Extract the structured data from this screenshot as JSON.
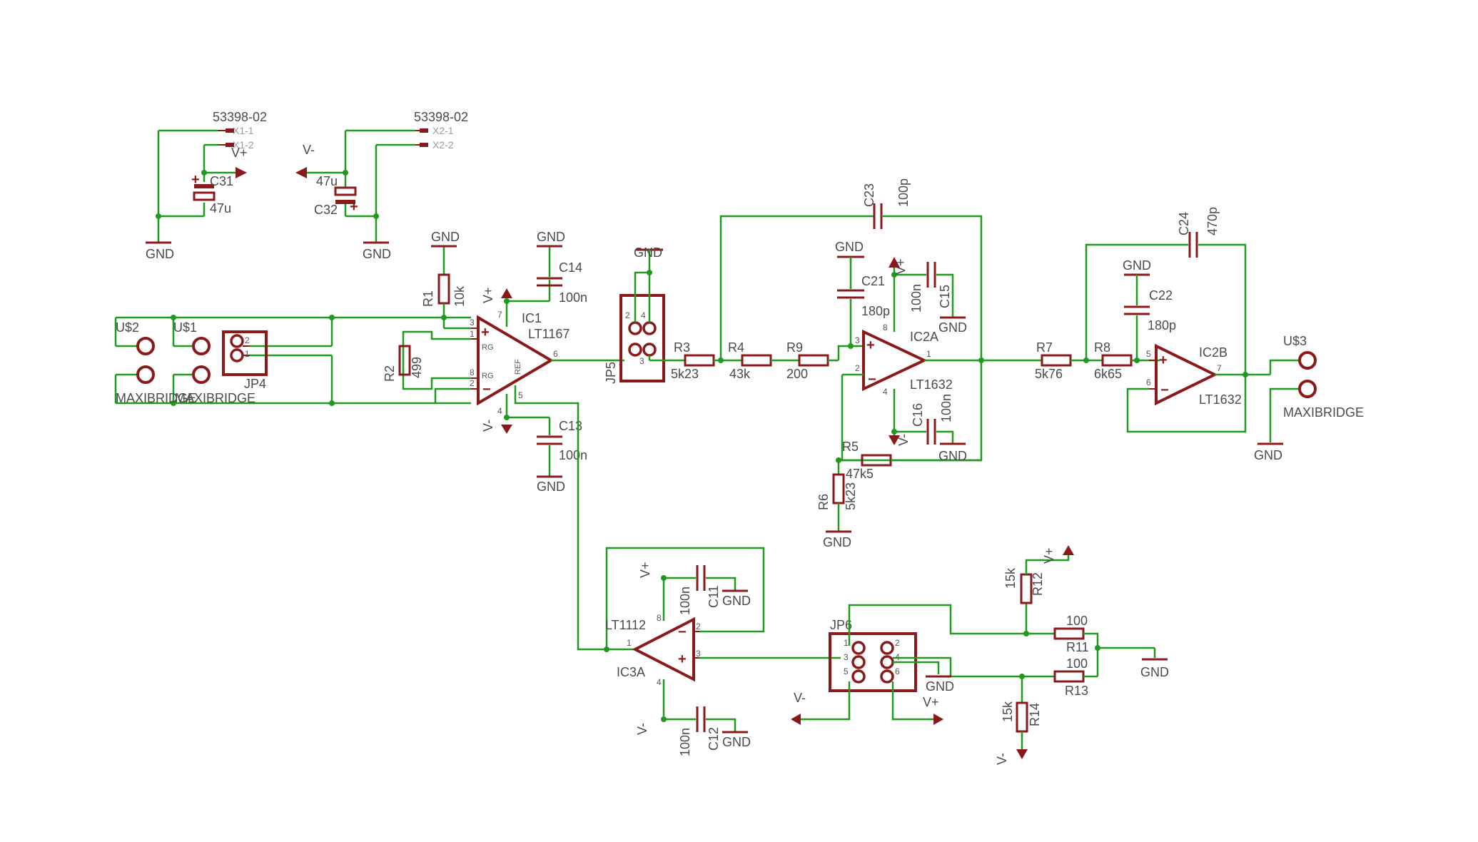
{
  "connectors": {
    "x1_name": "53398-02",
    "x1_pin1": "X1-1",
    "x1_pin2": "X1-2",
    "x2_name": "53398-02",
    "x2_pin1": "X2-1",
    "x2_pin2": "X2-2"
  },
  "power": {
    "vplus": "V+",
    "vminus": "V-",
    "gnd": "GND"
  },
  "capacitors": {
    "c31": {
      "name": "C31",
      "value": "47u"
    },
    "c32": {
      "name": "C32",
      "value": "47u"
    },
    "c14": {
      "name": "C14",
      "value": "100n"
    },
    "c13": {
      "name": "C13",
      "value": "100n"
    },
    "c23": {
      "name": "C23",
      "value": "100p"
    },
    "c21": {
      "name": "C21",
      "value": "180p"
    },
    "c15": {
      "name": "C15",
      "value": "100n"
    },
    "c16": {
      "name": "C16",
      "value": "100n"
    },
    "c24": {
      "name": "C24",
      "value": "470p"
    },
    "c22": {
      "name": "C22",
      "value": "180p"
    },
    "c11": {
      "name": "C11",
      "value": "100n"
    },
    "c12": {
      "name": "C12",
      "value": "100n"
    }
  },
  "resistors": {
    "r1": {
      "name": "R1",
      "value": "10k"
    },
    "r2": {
      "name": "R2",
      "value": "499"
    },
    "r3": {
      "name": "R3",
      "value": "5k23"
    },
    "r4": {
      "name": "R4",
      "value": "43k"
    },
    "r9": {
      "name": "R9",
      "value": "200"
    },
    "r5": {
      "name": "R5",
      "value": "47k5"
    },
    "r6": {
      "name": "R6",
      "value": "5k23"
    },
    "r7": {
      "name": "R7",
      "value": "5k76"
    },
    "r8": {
      "name": "R8",
      "value": "6k65"
    },
    "r12": {
      "name": "R12",
      "value": "15k"
    },
    "r14": {
      "name": "R14",
      "value": "15k"
    },
    "r11": {
      "name": "R11",
      "value": "100"
    },
    "r13": {
      "name": "R13",
      "value": "100"
    }
  },
  "ics": {
    "ic1": {
      "name": "IC1",
      "part": "LT1167",
      "pin_rg": "RG",
      "pin_ref": "REF"
    },
    "ic2a": {
      "name": "IC2A",
      "part": "LT1632"
    },
    "ic2b": {
      "name": "IC2B",
      "part": "LT1632"
    },
    "ic3a": {
      "name": "IC3A",
      "part": "LT1112"
    }
  },
  "jumpers": {
    "jp4": "JP4",
    "jp5": "JP5",
    "jp6": "JP6"
  },
  "sockets": {
    "us1": "U$1",
    "us2": "U$2",
    "us3": "U$3",
    "maxibridge": "MAXIBRIDGE",
    "maxibridge_overlap": "MAXIBRIDGE"
  },
  "pins": {
    "n1": "1",
    "n2": "2",
    "n3": "3",
    "n4": "4",
    "n5": "5",
    "n6": "6",
    "n7": "7",
    "n8": "8"
  }
}
